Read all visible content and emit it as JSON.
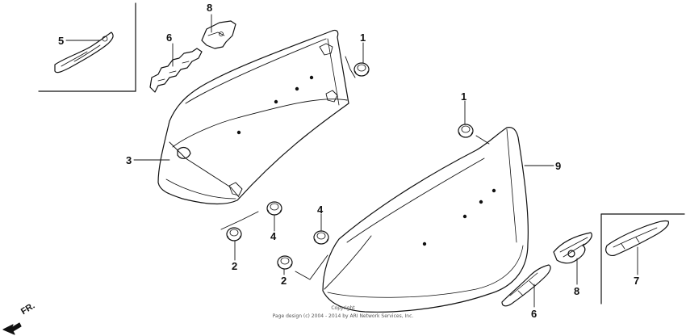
{
  "callouts": [
    {
      "id": "c5-emblem-left",
      "label": "5"
    },
    {
      "id": "c6-bracket-left",
      "label": "6"
    },
    {
      "id": "c8-clip-left",
      "label": "8"
    },
    {
      "id": "c1-grommet-upper",
      "label": "1"
    },
    {
      "id": "c3-cover-left",
      "label": "3"
    },
    {
      "id": "c4-grommet-left",
      "label": "4"
    },
    {
      "id": "c2-grommet-left",
      "label": "2"
    },
    {
      "id": "c1-grommet-right",
      "label": "1"
    },
    {
      "id": "c9-cover-right",
      "label": "9"
    },
    {
      "id": "c4-grommet-right",
      "label": "4"
    },
    {
      "id": "c2-grommet-right",
      "label": "2"
    },
    {
      "id": "c6-emblem-right",
      "label": "6"
    },
    {
      "id": "c8-clip-right",
      "label": "8"
    },
    {
      "id": "c7-emblem-right",
      "label": "7"
    }
  ],
  "direction": {
    "label": "FR."
  },
  "footer": {
    "line1": "Copyright",
    "line2": "Page design (c) 2004 - 2014 by ARI Network Services, Inc."
  }
}
